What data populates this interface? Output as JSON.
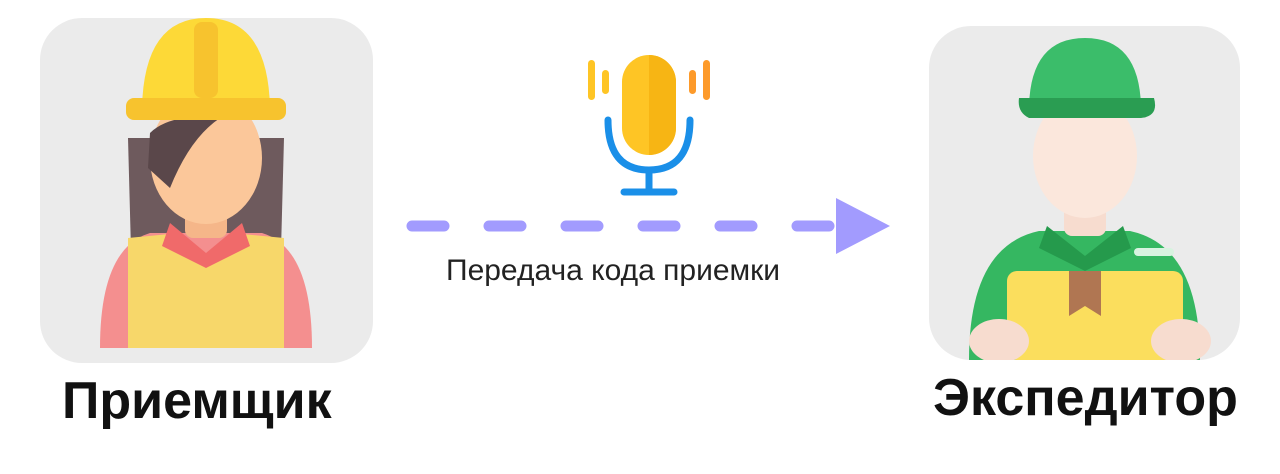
{
  "diagram": {
    "actors": [
      {
        "name": "Приемщик",
        "icon": "female-worker-hard-hat-icon"
      },
      {
        "name": "Экспедитор",
        "icon": "courier-with-package-icon"
      }
    ],
    "transfer": {
      "label": "Передача кода приемки",
      "icon": "microphone-icon",
      "direction": "left-to-right"
    },
    "colors": {
      "card_background": "#ebebeb",
      "arrow": "#a29bfe",
      "hard_hat": "#fdd937",
      "cap": "#3bbd6a",
      "mic_body": "#fec525",
      "mic_stand": "#1a8fe8"
    }
  }
}
